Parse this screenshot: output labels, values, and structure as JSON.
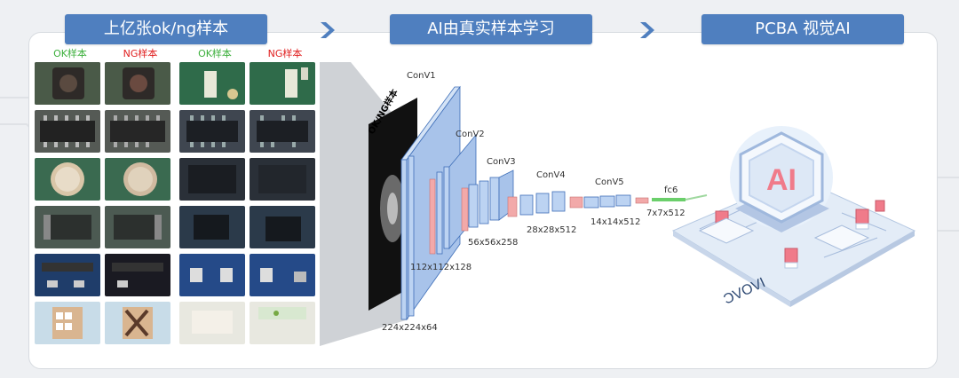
{
  "headers": {
    "samples": "上亿张ok/ng样本",
    "learning": "AI由真实样本学习",
    "vision": "PCBA 视觉AI"
  },
  "columns": [
    {
      "label": "OK样本",
      "color": "#3db03d"
    },
    {
      "label": "NG样本",
      "color": "#e02020"
    },
    {
      "label": "OK样本",
      "color": "#3db03d"
    },
    {
      "label": "NG样本",
      "color": "#e02020"
    }
  ],
  "sample_rows": [
    "inductor",
    "ic-soic",
    "capacitor",
    "diode",
    "resistor-array",
    "connector"
  ],
  "input_label": "OK/NG样本",
  "network": {
    "layers": [
      {
        "name": "ConV1",
        "dims": "224x224x64"
      },
      {
        "name": "ConV2",
        "dims": "112x112x128"
      },
      {
        "name": "ConV3",
        "dims": "56x56x258"
      },
      {
        "name": "ConV4",
        "dims": "28x28x512"
      },
      {
        "name": "ConV5",
        "dims": "14x14x512"
      },
      {
        "name": "fc6",
        "dims": "7x7x512"
      }
    ]
  },
  "chip": {
    "ai_text": "AI",
    "board_text": "IVOVC"
  },
  "colors": {
    "header_blue": "#4f7fbf",
    "layer_blue": "#bcd3f2",
    "layer_edge": "#3f6fb8",
    "pool_pink": "#f2a9a9",
    "fc_green": "#6bcf6b",
    "chip_pink": "#f07b8a"
  }
}
